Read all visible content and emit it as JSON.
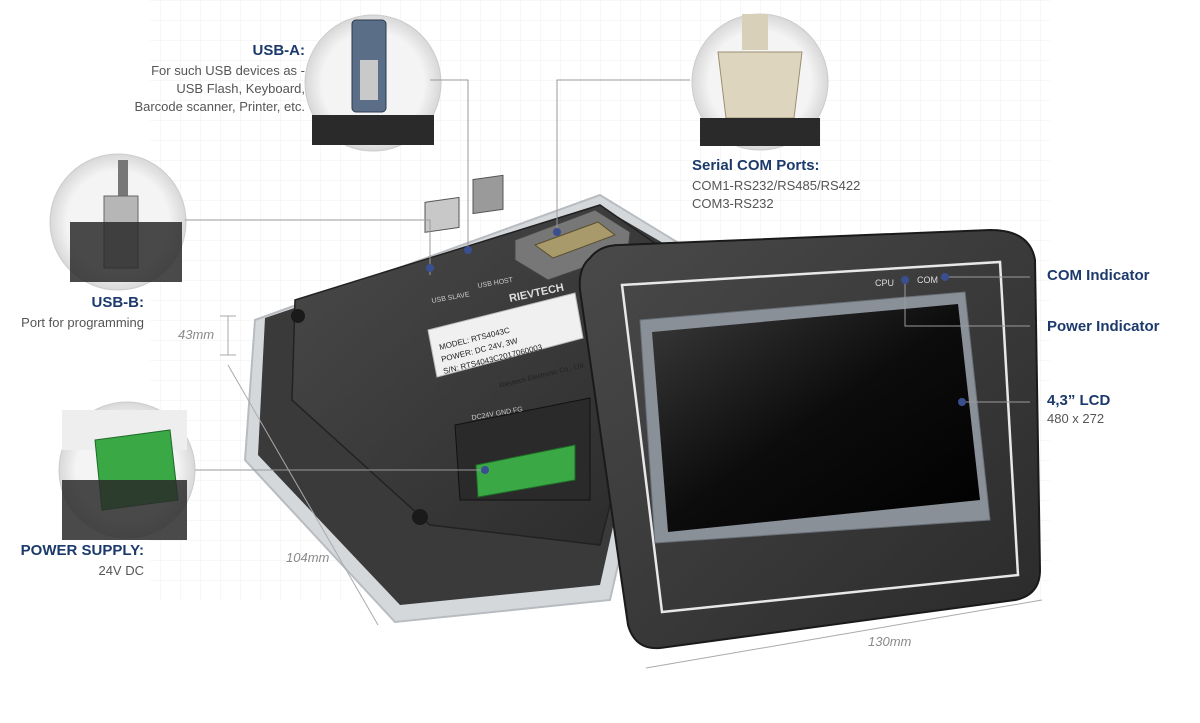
{
  "callouts": {
    "usb_a": {
      "title": "USB-A:",
      "lines": [
        "For such USB devices as -",
        "USB Flash, Keyboard,",
        "Barcode scanner, Printer, etc."
      ]
    },
    "serial": {
      "title": "Serial COM Ports:",
      "lines": [
        "COM1-RS232/RS485/RS422",
        "COM3-RS232"
      ]
    },
    "usb_b": {
      "title": "USB-B:",
      "lines": [
        "Port for programming"
      ]
    },
    "power_supply": {
      "title": "POWER SUPPLY:",
      "lines": [
        "24V DC"
      ]
    },
    "com_indicator": {
      "title": "COM Indicator"
    },
    "power_indicator": {
      "title": "Power Indicator"
    },
    "lcd": {
      "title": "4,3” LCD",
      "lines": [
        "480 x 272"
      ]
    }
  },
  "dimensions": {
    "depth": "43mm",
    "height": "104mm",
    "width": "130mm"
  },
  "device": {
    "brand": "RIEVTECH",
    "label_lines": [
      "MODEL:  RTS4043C",
      "POWER:  DC 24V, 3W",
      "S/N:  RTS4043C2017060003"
    ],
    "label_footer": "Rievtech Electronic Co., Ltd.",
    "usb_slave": "USB SLAVE",
    "usb_host": "USB HOST",
    "terminal": "DC24V  GND   FG",
    "led_cpu": "CPU",
    "led_com": "COM"
  },
  "colors": {
    "callout_title": "#1b3a6b",
    "leader_line": "#9a9a9a",
    "indicator_dot": "#3a4f8f",
    "terminal_green": "#3aa845"
  }
}
